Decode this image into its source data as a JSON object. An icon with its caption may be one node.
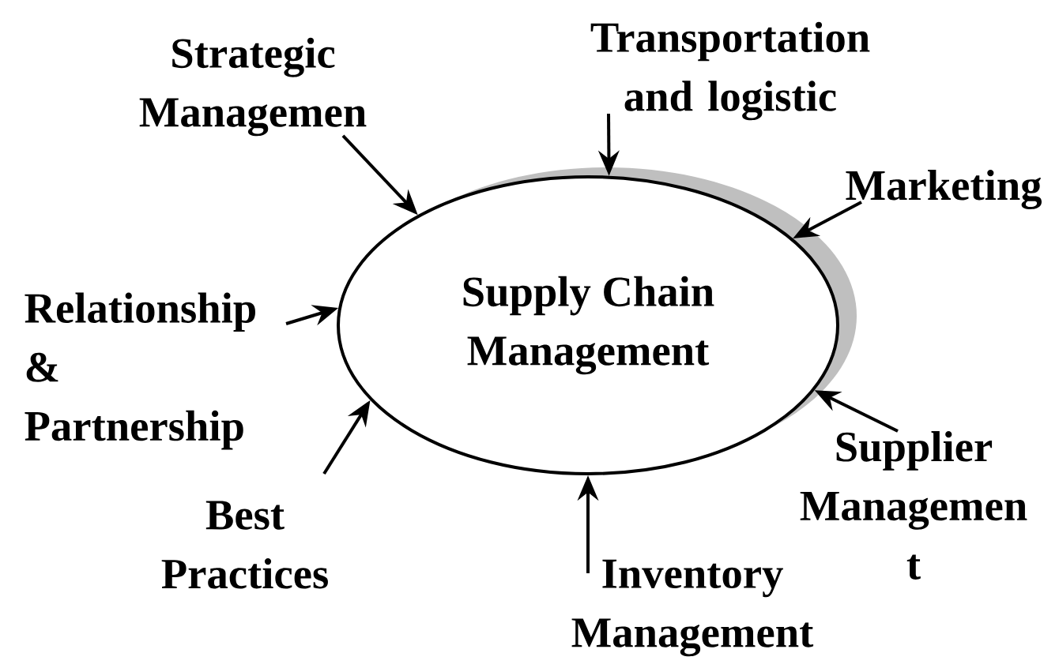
{
  "diagram": {
    "nodes": [
      {
        "text": [
          "Supply Chain Management"
        ]
      },
      {
        "text": [
          "Strategic Managemen"
        ]
      },
      {
        "text": [
          "Transportation and logistic"
        ]
      },
      {
        "text": [
          "Marketing"
        ]
      },
      {
        "text": [
          "Relationship & Partnership"
        ]
      },
      {
        "text": [
          "Supplier Managemen t"
        ]
      },
      {
        "text": [
          "Best Practices"
        ]
      },
      {
        "text": [
          "Inventory Management"
        ]
      }
    ],
    "edges": [
      {
        "from": 1,
        "to": 0,
        "arrow": "to"
      },
      {
        "from": 2,
        "to": 0,
        "arrow": "to"
      },
      {
        "from": 3,
        "to": 0,
        "arrow": "to"
      },
      {
        "from": 4,
        "to": 0,
        "arrow": "to"
      },
      {
        "from": 5,
        "to": 0,
        "arrow": "to"
      },
      {
        "from": 6,
        "to": 0,
        "arrow": "to"
      },
      {
        "from": 7,
        "to": 0,
        "arrow": "to"
      }
    ]
  }
}
